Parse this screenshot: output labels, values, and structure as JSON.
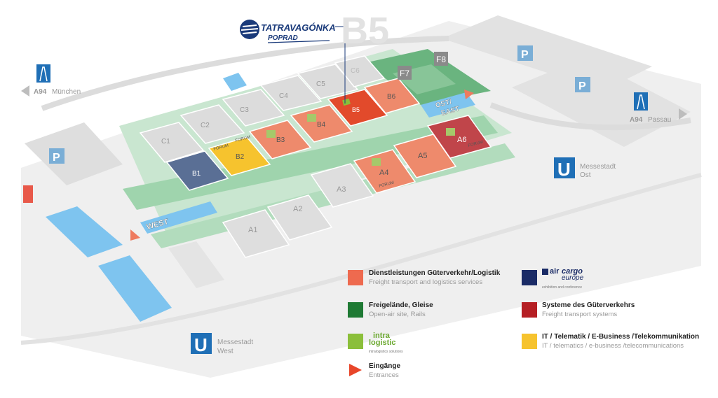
{
  "brand": {
    "name_line1": "TATRAVAGÓNKA",
    "name_line2": "POPRAD",
    "hall_big": "B5",
    "color": "#1a3a7a"
  },
  "roads": {
    "left_route": "A94",
    "left_city": "München",
    "right_route": "A94",
    "right_city": "Passau"
  },
  "entrances": {
    "west": "WEST",
    "east_line1": "OST/",
    "east_line2": "EAST"
  },
  "stations": {
    "east": {
      "letter": "U",
      "line1": "Messestadt",
      "line2": "Ost"
    },
    "west": {
      "letter": "U",
      "line1": "Messestadt",
      "line2": "West"
    }
  },
  "parking_letter": "P",
  "halls": {
    "C1": "C1",
    "C2": "C2",
    "C3": "C3",
    "C4": "C4",
    "C5": "C5",
    "C6": "C6",
    "B1": "B1",
    "B2": "B2",
    "B3": "B3",
    "B4": "B4",
    "B5": "B5",
    "B6": "B6",
    "A1": "A1",
    "A2": "A2",
    "A3": "A3",
    "A4": "A4",
    "A5": "A5",
    "A6": "A6",
    "F7": "F7",
    "F8": "F8"
  },
  "forum_label": "FORUM",
  "legend": [
    {
      "key": "freight-services",
      "color": "#ee6a4f",
      "title": "Dienstleistungen Güterverkehr/Logistik",
      "subtitle": "Freight transport and logistics services"
    },
    {
      "key": "open-air",
      "color": "#1f7a34",
      "title": "Freigelände, Gleise",
      "subtitle": "Open-air site, Rails"
    },
    {
      "key": "entrances",
      "color": "#e8462a",
      "title": "Eingänge",
      "subtitle": "Entrances"
    },
    {
      "key": "freight-systems",
      "color": "#b51f24",
      "title": "Systeme des Güterverkehrs",
      "subtitle": "Freight transport systems"
    },
    {
      "key": "it-telematics",
      "color": "#f6c32e",
      "title": "IT / Telematik / E-Business /Telekommunikation",
      "subtitle": "IT / telematics / e-business /telecommunications"
    }
  ],
  "logos": {
    "aircargo": {
      "main1": "air",
      "main2": "cargo",
      "sub": "europe",
      "tag": "exhibition and conference",
      "color": "#1a2b66"
    },
    "intralogistic": {
      "main1": "intra",
      "main2": "logistic",
      "tag": "intralogistics solutions",
      "color": "#8bbf3a"
    }
  },
  "colors": {
    "hall_grey": "#dcdcdc",
    "green_path": "#a9d8b5",
    "water": "#7ec4ef",
    "blue_hall": "#5a6f95",
    "ubahn_blue": "#1f6fb6",
    "parking_blue": "#7aaed6"
  }
}
